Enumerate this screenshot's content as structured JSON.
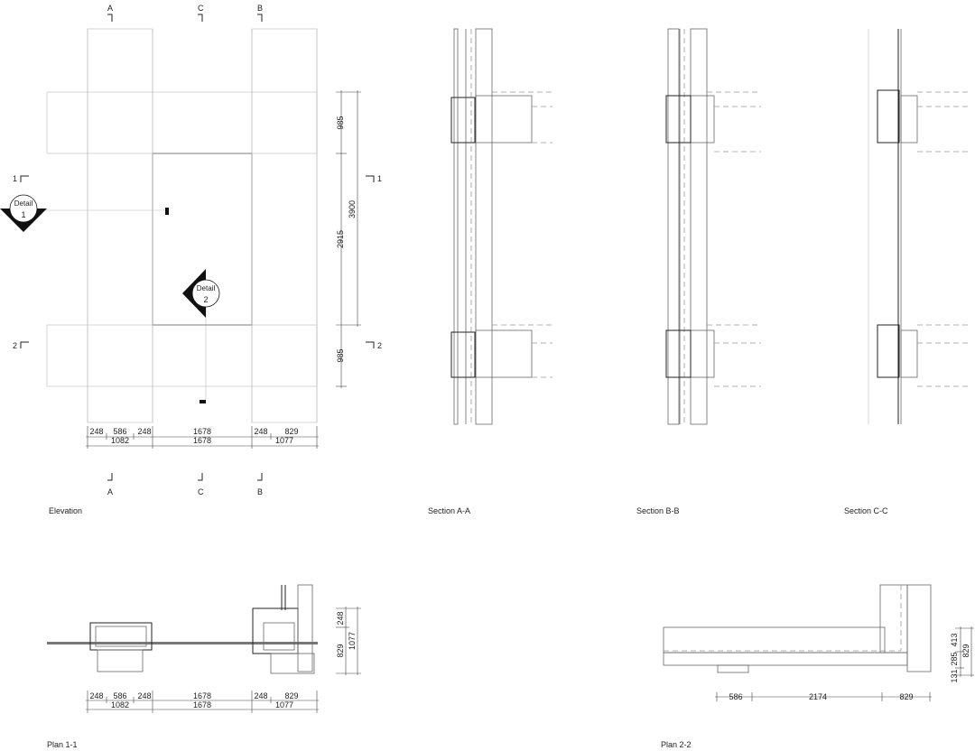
{
  "elevation": {
    "caption": "Elevation",
    "section_marks_top": [
      "A",
      "C",
      "B"
    ],
    "section_marks_bottom": [
      "A",
      "C",
      "B"
    ],
    "plan_marks": [
      "1",
      "2"
    ],
    "plan_marks_right": [
      "1",
      "2"
    ],
    "detail1": {
      "word": "Detail",
      "number": "1"
    },
    "detail2": {
      "word": "Detail",
      "number": "2"
    },
    "dims_row1": [
      "248",
      "586",
      "248",
      "1678",
      "248",
      "829"
    ],
    "dims_row2": [
      "1082",
      "1678",
      "1077"
    ],
    "vertical_dims": [
      "985",
      "2915",
      "985"
    ],
    "vertical_total": "3900"
  },
  "sections": {
    "a": "Section A-A",
    "b": "Section B-B",
    "c": "Section C-C"
  },
  "plan11": {
    "caption": "Plan 1-1",
    "dims_row1": [
      "248",
      "586",
      "248",
      "1678",
      "248",
      "829"
    ],
    "dims_row2": [
      "1082",
      "1678",
      "1077"
    ],
    "vertical_dims": [
      "248",
      "829"
    ],
    "vertical_total": "1077"
  },
  "plan22": {
    "caption": "Plan 2-2",
    "dims_row": [
      "586",
      "2174",
      "829"
    ],
    "vertical_dims": [
      "131",
      "285",
      "413"
    ],
    "vertical_total": "829"
  }
}
